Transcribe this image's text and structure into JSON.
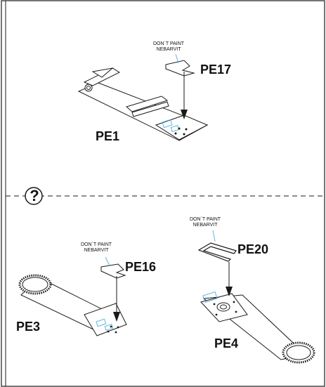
{
  "top": {
    "note_line1": "DON´T PAINT",
    "note_line2": "NEBARVIT",
    "part_main": "PE1",
    "part_insert": "PE17"
  },
  "divider": {
    "symbol": "?"
  },
  "bottom_left": {
    "note_line1": "DON´T PAINT",
    "note_line2": "NEBARVIT",
    "part_main": "PE3",
    "part_insert": "PE16"
  },
  "bottom_right": {
    "note_line1": "DON´T PAINT",
    "note_line2": "NEBARVIT",
    "part_main": "PE4",
    "part_insert": "PE20"
  },
  "colors": {
    "line": "#1a1a1a",
    "accent_blue": "#5fb4e0"
  }
}
